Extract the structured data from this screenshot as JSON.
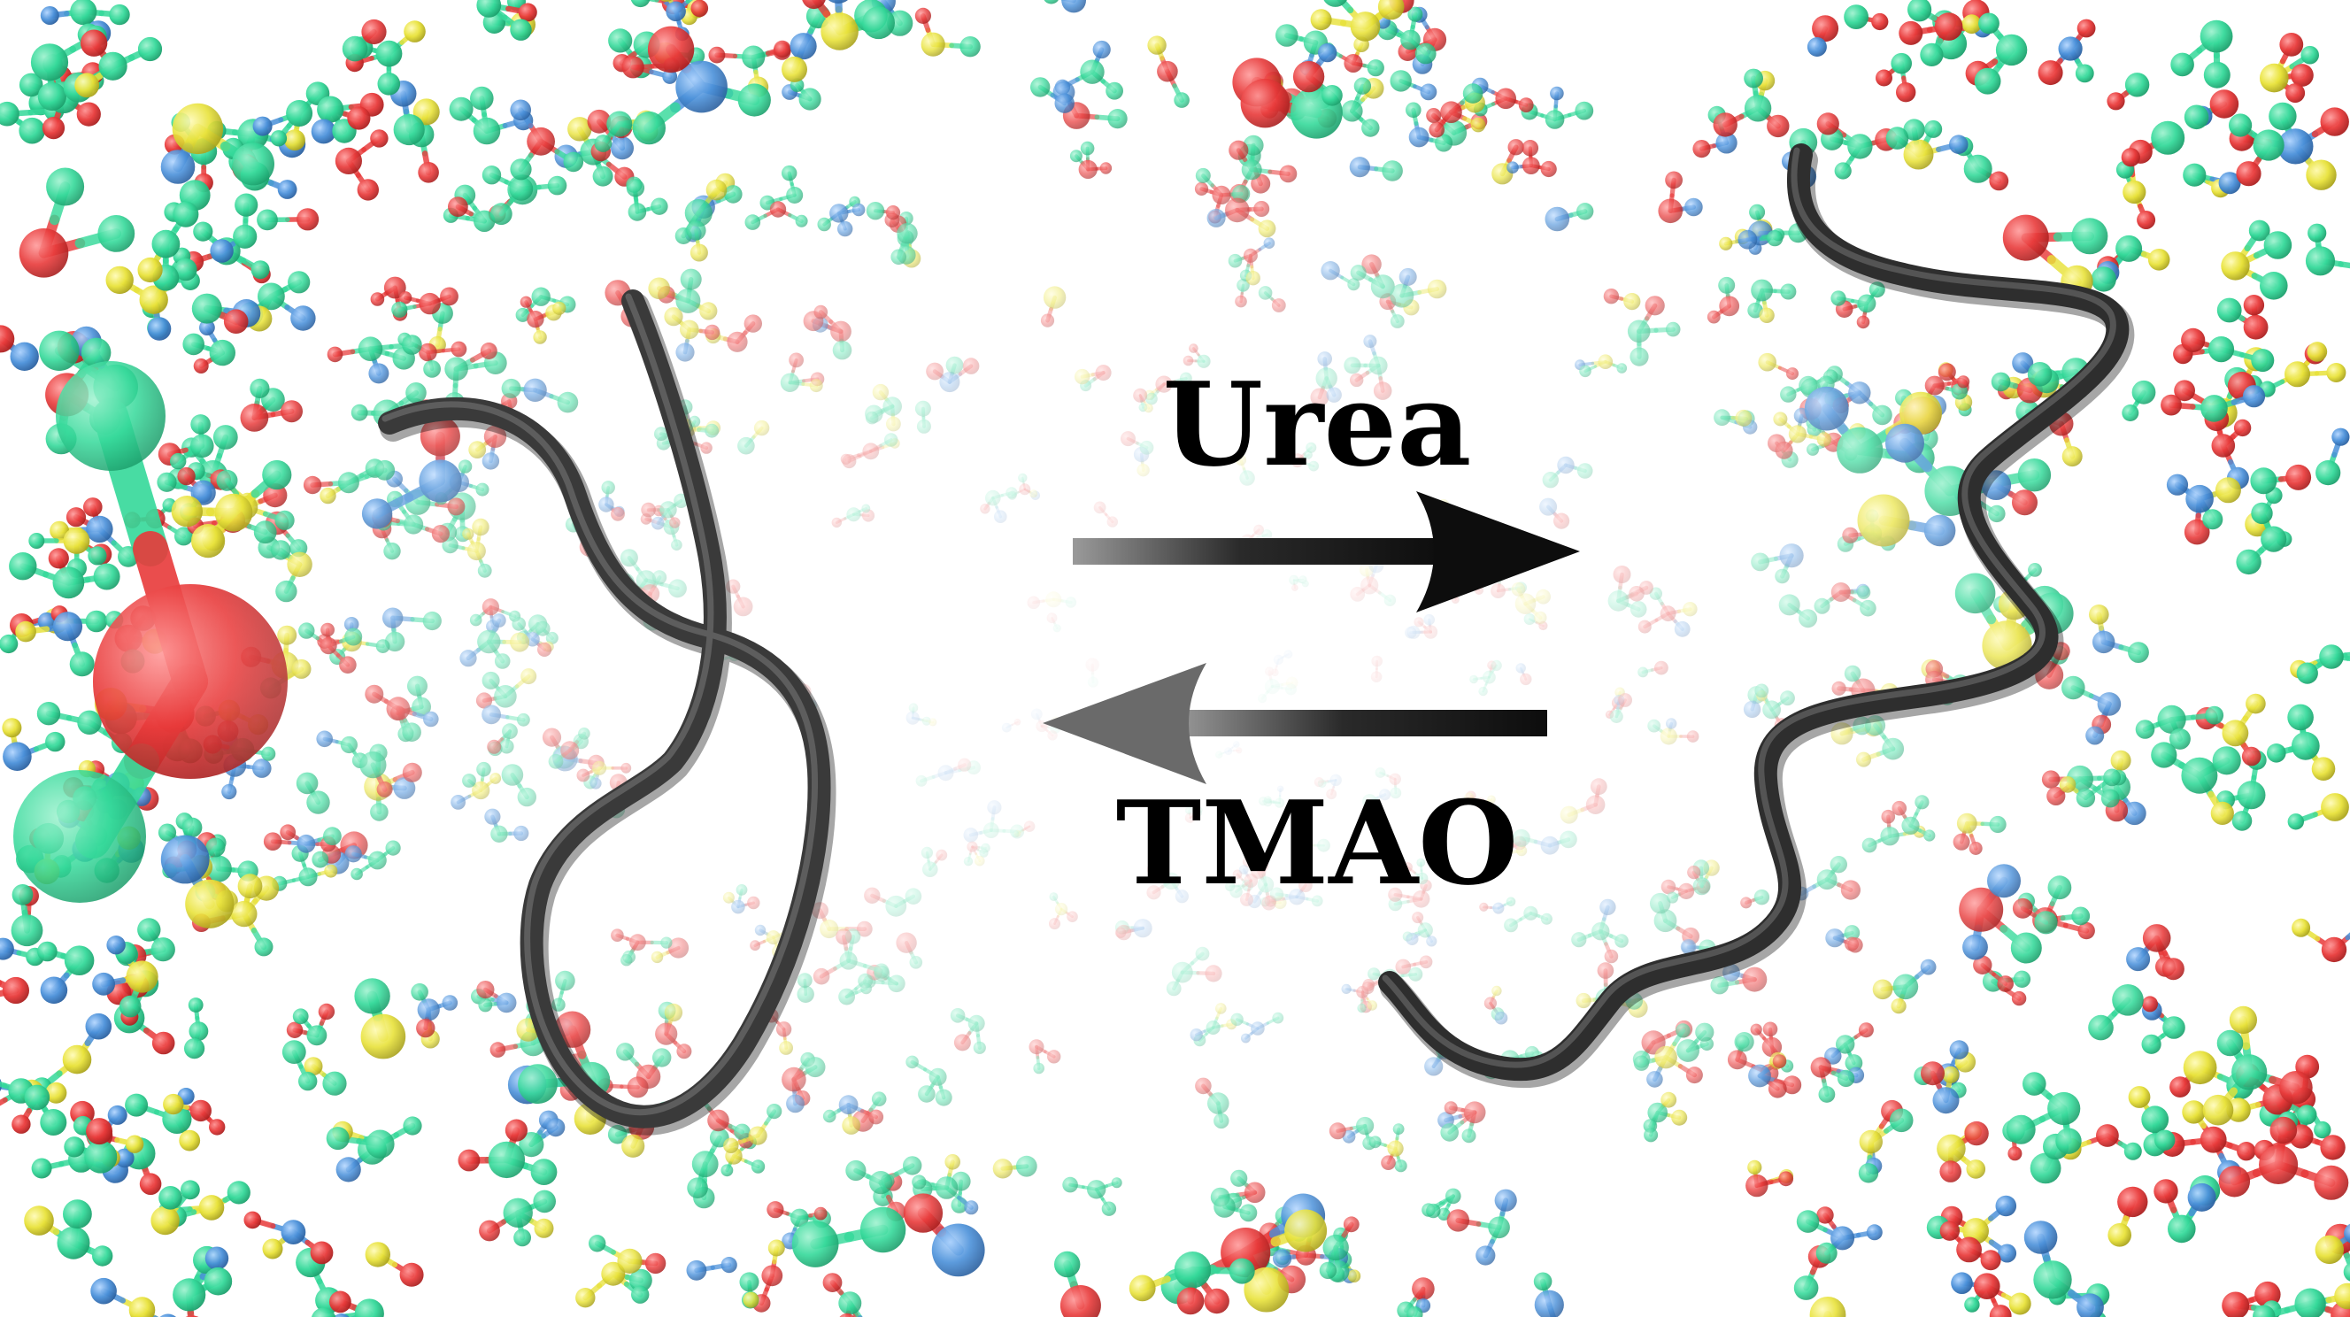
{
  "labels": {
    "forward": "Urea",
    "reverse": "TMAO"
  },
  "colors": {
    "background": "#ffffff",
    "chain": "#3a3a3a",
    "arrow": "#1a1a1a",
    "atom_carbon_green": "#35d99a",
    "atom_oxygen_red": "#e83a3a",
    "atom_nitrogen_blue": "#4a90d9",
    "atom_sulfur_yellow": "#e8e23a"
  },
  "icons": {
    "molecules": "solvent-molecules-background",
    "left_chain": "collapsed-peptide-chain",
    "right_chain": "extended-peptide-chain",
    "forward_arrow": "arrow-right",
    "reverse_arrow": "arrow-left"
  }
}
